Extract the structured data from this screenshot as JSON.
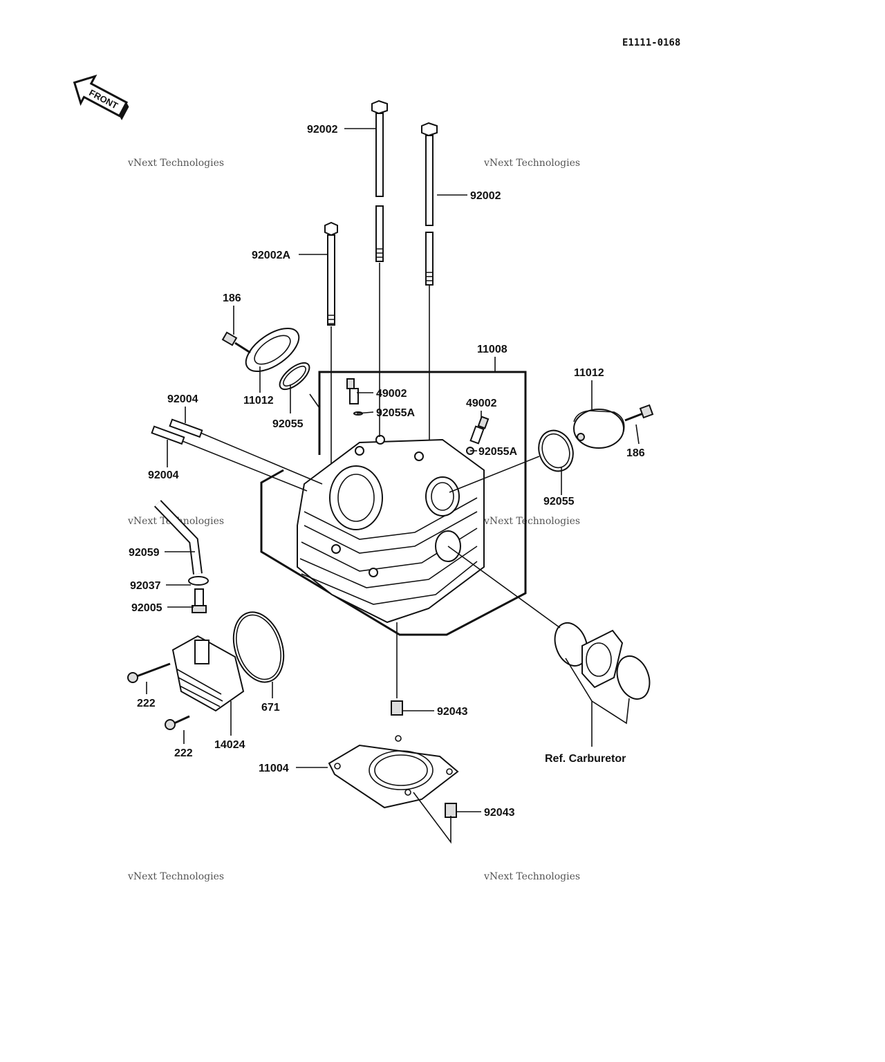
{
  "diagram_code": "E1111-0168",
  "front_label": "FRONT",
  "watermark": {
    "line1": "vNext Technologies",
    "line2": "vNext",
    "line3": "Technologies"
  },
  "labels": {
    "bolt_long_1": "92002",
    "bolt_long_2": "92002",
    "bolt_short": "92002A",
    "head_assy": "11008",
    "bolt_186_left": "186",
    "bolt_186_right": "186",
    "cap_left": "11012",
    "cap_right": "11012",
    "oring_left": "92055",
    "oring_right": "92055",
    "stud_top": "92004",
    "stud_bottom": "92004",
    "plug_left": "49002",
    "plug_right": "49002",
    "washer_left": "92055A",
    "washer_right": "92055A",
    "hose": "92059",
    "clamp": "92037",
    "fitting": "92005",
    "screw_222_a": "222",
    "screw_222_b": "222",
    "cover": "14024",
    "oring_671": "671",
    "dowel_top": "92043",
    "dowel_bottom": "92043",
    "gasket": "11004",
    "carb_ref": "Ref. Carburetor"
  }
}
